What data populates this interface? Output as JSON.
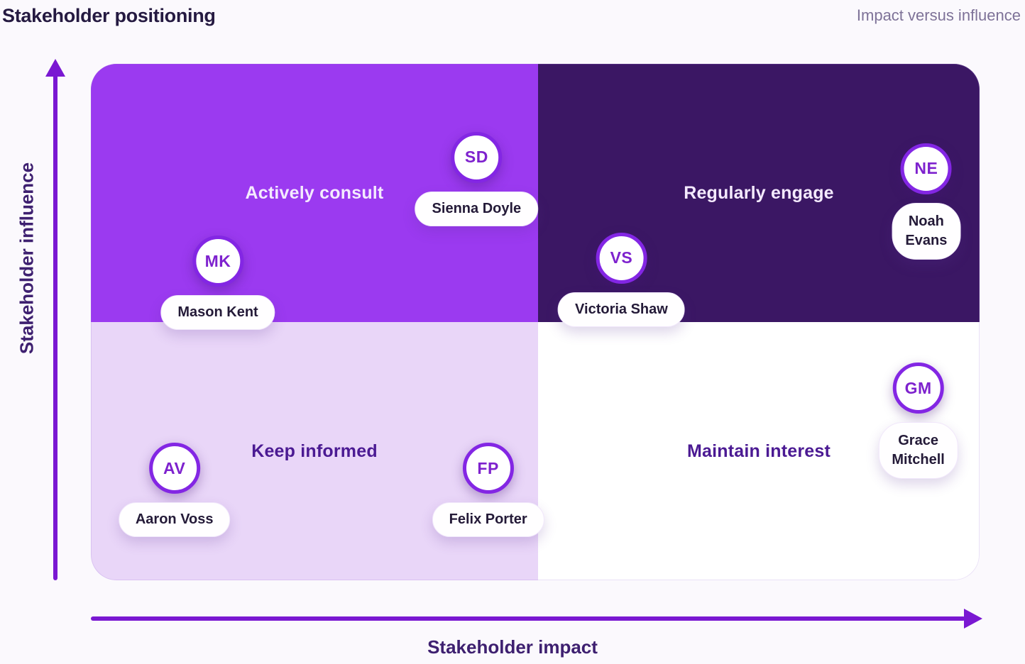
{
  "header": {
    "title": "Stakeholder positioning",
    "subtitle": "Impact versus influence"
  },
  "axes": {
    "x_label": "Stakeholder impact",
    "y_label": "Stakeholder influence"
  },
  "colors": {
    "page_background": "#fbf9fd",
    "axis": "#7a18d2",
    "axis_label_text": "#3e2070",
    "title_text": "#251a41",
    "subtitle_text": "#7e7298",
    "avatar_border": "#8326e4",
    "avatar_text": "#7e22ce",
    "name_pill_background": "#fffeff",
    "name_pill_text": "#241a38"
  },
  "chart_data": {
    "type": "scatter",
    "subtype": "quadrant-matrix",
    "title": "Stakeholder positioning",
    "xlabel": "Stakeholder impact",
    "ylabel": "Stakeholder influence",
    "xlim": [
      0,
      1
    ],
    "ylim": [
      0,
      1
    ],
    "grid": false,
    "legend": false,
    "quadrants": [
      {
        "position": "top-left",
        "label": "Actively consult",
        "color": "#9b3af0",
        "text_color": "#f4eafe"
      },
      {
        "position": "top-right",
        "label": "Regularly engage",
        "color": "#3b1764",
        "text_color": "#f4eafe"
      },
      {
        "position": "bottom-left",
        "label": "Keep informed",
        "color": "#e9d6f8",
        "text_color": "#4b1a93"
      },
      {
        "position": "bottom-right",
        "label": "Maintain interest",
        "color": "#ffffff",
        "text_color": "#4b1a93"
      }
    ],
    "points": [
      {
        "initials": "SD",
        "name": "Sienna Doyle",
        "x": 0.434,
        "y": 0.819,
        "quadrant": "Actively consult",
        "two_line_label": false
      },
      {
        "initials": "MK",
        "name": "Mason Kent",
        "x": 0.143,
        "y": 0.618,
        "quadrant": "Actively consult",
        "two_line_label": false
      },
      {
        "initials": "VS",
        "name": "Victoria Shaw",
        "x": 0.597,
        "y": 0.624,
        "quadrant": "Regularly engage",
        "two_line_label": false
      },
      {
        "initials": "NE",
        "name": "Noah Evans",
        "x": 0.94,
        "y": 0.797,
        "quadrant": "Regularly engage",
        "two_line_label": true
      },
      {
        "initials": "AV",
        "name": "Aaron Voss",
        "x": 0.094,
        "y": 0.217,
        "quadrant": "Keep informed",
        "two_line_label": false
      },
      {
        "initials": "FP",
        "name": "Felix Porter",
        "x": 0.447,
        "y": 0.217,
        "quadrant": "Keep informed",
        "two_line_label": false
      },
      {
        "initials": "GM",
        "name": "Grace Mitchell",
        "x": 0.931,
        "y": 0.372,
        "quadrant": "Maintain interest",
        "two_line_label": true
      }
    ]
  }
}
